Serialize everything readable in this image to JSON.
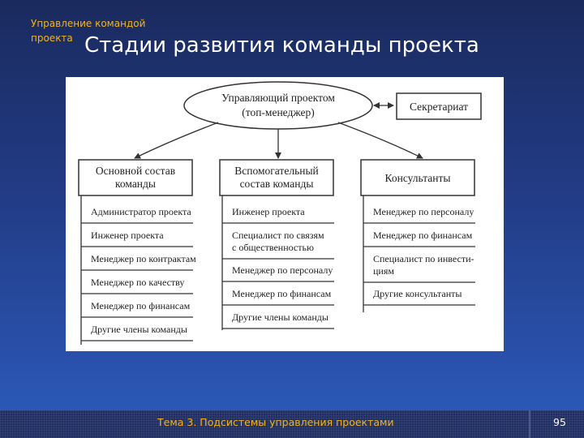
{
  "header": {
    "section": "Управление командой проекта",
    "title": "Стадии развития команды проекта"
  },
  "diagram": {
    "manager": [
      "Управляющий проектом",
      "(топ-менеджер)"
    ],
    "secretariat": "Секретариат",
    "groups": [
      {
        "title": [
          "Основной состав",
          "команды"
        ],
        "items": [
          [
            "Администратор проекта"
          ],
          [
            "Инженер проекта"
          ],
          [
            "Менеджер по контрактам"
          ],
          [
            "Менеджер по качеству"
          ],
          [
            "Менеджер по финансам"
          ],
          [
            "Другие члены команды"
          ]
        ]
      },
      {
        "title": [
          "Вспомогательный",
          "состав команды"
        ],
        "items": [
          [
            "Инженер проекта"
          ],
          [
            "Специалист по связям",
            "с общественностью"
          ],
          [
            "Менеджер по персоналу"
          ],
          [
            "Менеджер по финансам"
          ],
          [
            "Другие члены команды"
          ]
        ]
      },
      {
        "title": [
          "Консультанты"
        ],
        "items": [
          [
            "Менеджер по персоналу"
          ],
          [
            "Менеджер по финансам"
          ],
          [
            "Специалист по инвести-",
            "циям"
          ],
          [
            "Другие консультанты"
          ]
        ]
      }
    ]
  },
  "footer": {
    "topic": "Тема 3. Подсистемы управления проектами",
    "page": "95"
  }
}
